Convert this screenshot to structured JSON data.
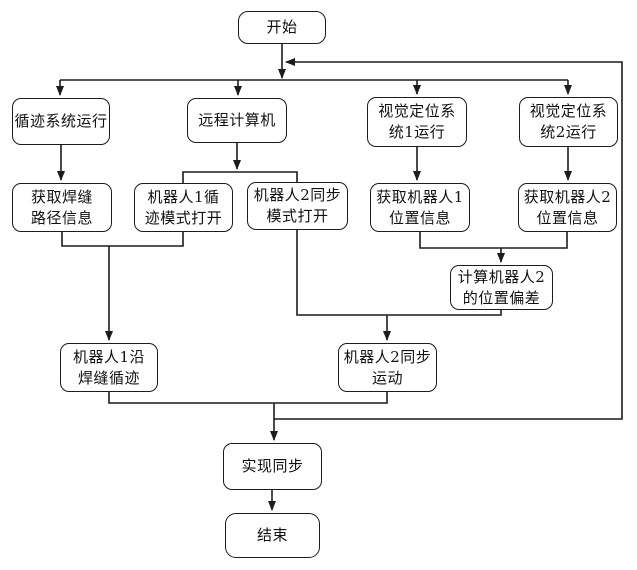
{
  "figure": {
    "type": "flowchart",
    "background": "#ffffff",
    "line_color": "#1c1c1c",
    "box_fill": "#ffffff",
    "box_border": "#1c1c1c"
  },
  "nodes": [
    {
      "id": "start",
      "lines": [
        "开始"
      ]
    },
    {
      "id": "tracking-system",
      "lines": [
        "循迹系统运行"
      ]
    },
    {
      "id": "get-seam-path",
      "lines": [
        "获取焊缝",
        "路径信息"
      ]
    },
    {
      "id": "remote-computer",
      "lines": [
        "远程计算机"
      ]
    },
    {
      "id": "robot1-track-mode",
      "lines": [
        "机器人1循",
        "迹模式打开"
      ]
    },
    {
      "id": "robot2-sync-mode",
      "lines": [
        "机器人2同步",
        "模式打开"
      ]
    },
    {
      "id": "vision-system-1",
      "lines": [
        "视觉定位系",
        "统1运行"
      ]
    },
    {
      "id": "vision-system-2",
      "lines": [
        "视觉定位系",
        "统2运行"
      ]
    },
    {
      "id": "get-robot1-position",
      "lines": [
        "获取机器人1",
        "位置信息"
      ]
    },
    {
      "id": "get-robot2-position",
      "lines": [
        "获取机器人2",
        "位置信息"
      ]
    },
    {
      "id": "calc-robot2-deviation",
      "lines": [
        "计算机器人2",
        "的位置偏差"
      ]
    },
    {
      "id": "robot1-seam-tracking",
      "lines": [
        "机器人1沿",
        "焊缝循迹"
      ]
    },
    {
      "id": "robot2-sync-motion",
      "lines": [
        "机器人2同步",
        "运动"
      ]
    },
    {
      "id": "achieve-sync",
      "lines": [
        "实现同步"
      ]
    },
    {
      "id": "end",
      "lines": [
        "结束"
      ]
    }
  ]
}
